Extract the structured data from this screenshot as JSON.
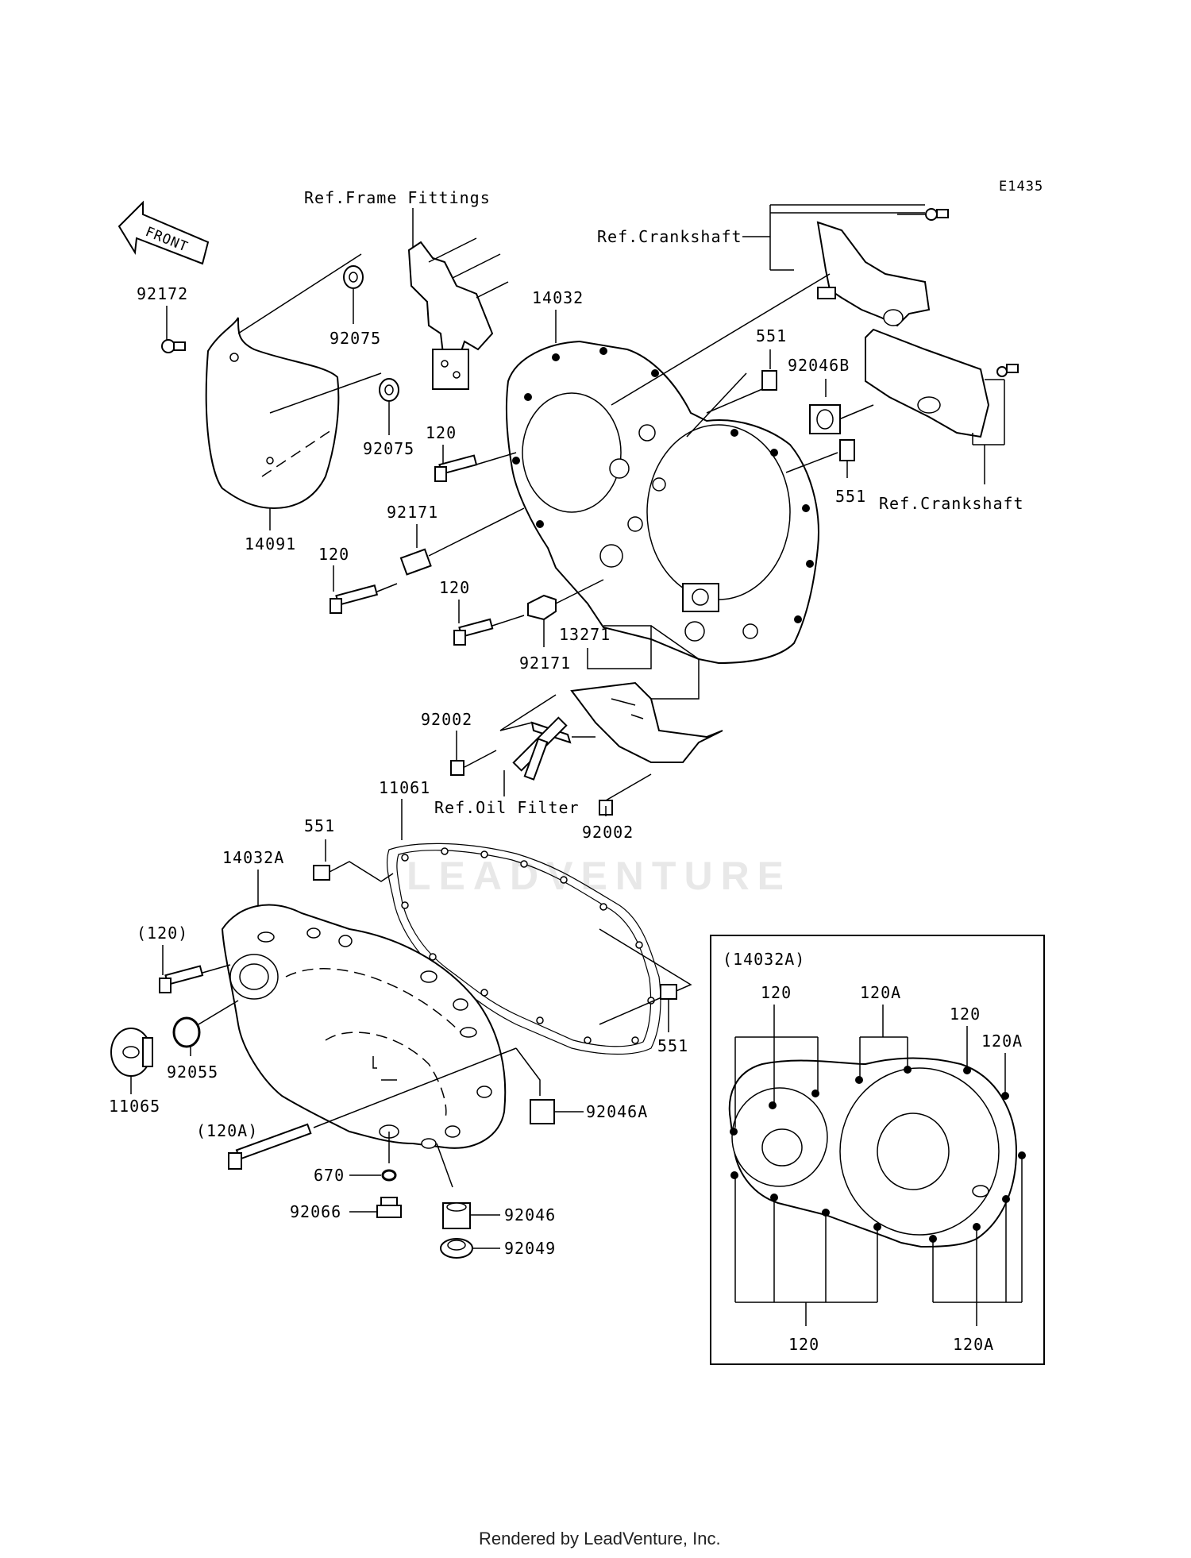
{
  "diagram": {
    "code": "E1435",
    "front_label": "FRONT",
    "ref_labels": {
      "frame_fittings": "Ref.Frame Fittings",
      "crankshaft_top": "Ref.Crankshaft",
      "crankshaft_bottom": "Ref.Crankshaft",
      "oil_filter": "Ref.Oil Filter"
    },
    "parts": {
      "p92172": "92172",
      "p92075_a": "92075",
      "p92075_b": "92075",
      "p14091": "14091",
      "p14032": "14032",
      "p551_a": "551",
      "p92046B": "92046B",
      "p551_b": "551",
      "p120_a": "120",
      "p92171_a": "92171",
      "p120_b": "120",
      "p120_c": "120",
      "p92171_b": "92171",
      "p13271": "13271",
      "p92002_a": "92002",
      "p92002_b": "92002",
      "p11061": "11061",
      "p551_c": "551",
      "p14032A": "14032A",
      "p120_paren": "(120)",
      "p92055": "92055",
      "p11065": "11065",
      "p551_d": "551",
      "p120A_paren": "(120A)",
      "p92046A": "92046A",
      "p670": "670",
      "p92066": "92066",
      "p92046": "92046",
      "p92049": "92049"
    },
    "inset": {
      "title": "(14032A)",
      "top_120_a": "120",
      "top_120A_a": "120A",
      "top_120_b": "120",
      "top_120A_b": "120A",
      "bottom_120": "120",
      "bottom_120A": "120A"
    },
    "watermark": "LEADVENTURE",
    "footer": "Rendered by LeadVenture, Inc."
  }
}
